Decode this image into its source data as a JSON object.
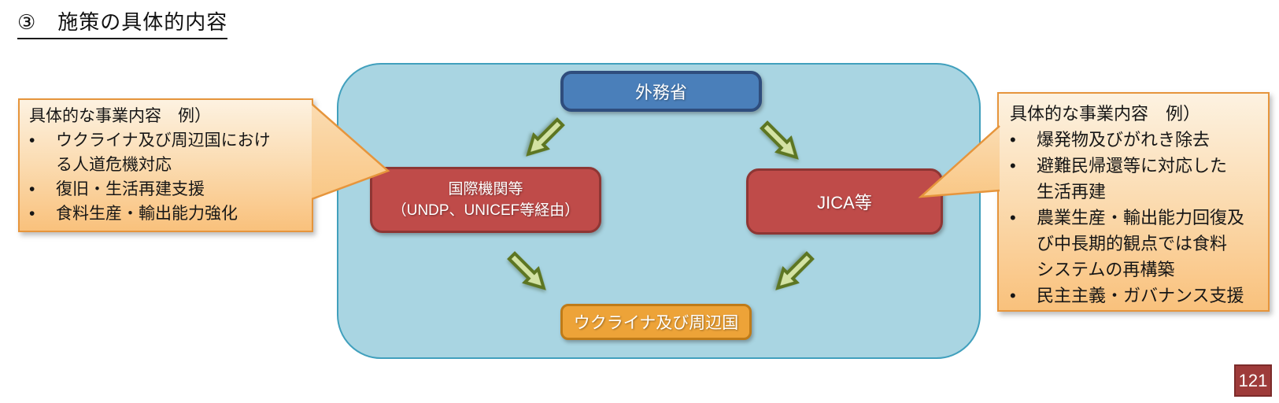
{
  "page": {
    "title": "③　施策の具体的内容",
    "page_number": "121"
  },
  "diagram": {
    "nodes": {
      "mofa": {
        "label": "外務省"
      },
      "intl_org": {
        "label_line1": "国際機関等",
        "label_line2": "（UNDP、UNICEF等経由）"
      },
      "jica": {
        "label": "JICA等"
      },
      "ukraine": {
        "label": "ウクライナ及び周辺国"
      }
    },
    "arrows": [
      {
        "name": "mofa-to-international-orgs",
        "direction": "down-left"
      },
      {
        "name": "mofa-to-jica",
        "direction": "down-right"
      },
      {
        "name": "international-orgs-to-ukraine",
        "direction": "down-right"
      },
      {
        "name": "jica-to-ukraine",
        "direction": "down-left"
      }
    ]
  },
  "left_callout": {
    "title": "具体的な事業内容　例）",
    "bullet": "•",
    "items": [
      "ウクライナ及び周辺国におけ\nる人道危機対応",
      "復旧・生活再建支援",
      "食料生産・輸出能力強化"
    ]
  },
  "right_callout": {
    "title": "具体的な事業内容　例）",
    "bullet": "•",
    "items": [
      "爆発物及びがれき除去",
      "避難民帰還等に対応した\n生活再建",
      "農業生産・輸出能力回復及\nび中長期的観点では食料\nシステムの再構築",
      "民主主義・ガバナンス支援"
    ]
  },
  "colors": {
    "container_fill": "#a9d5e2",
    "container_border": "#41a0bd",
    "mofa_fill": "#4a7fba",
    "mofa_border": "#2f4d7d",
    "red_fill": "#bf4b49",
    "red_border": "#8e3634",
    "ukraine_fill": "#eda338",
    "ukraine_border": "#bf7b18",
    "arrow_fill": "#d3e2a3",
    "arrow_border": "#5d7622",
    "callout_gradient_top": "#fdf2e1",
    "callout_gradient_bottom": "#f9c17c",
    "callout_border": "#e6953c",
    "page_badge_fill": "#9e3b3a",
    "page_badge_border": "#7c2b2a"
  }
}
